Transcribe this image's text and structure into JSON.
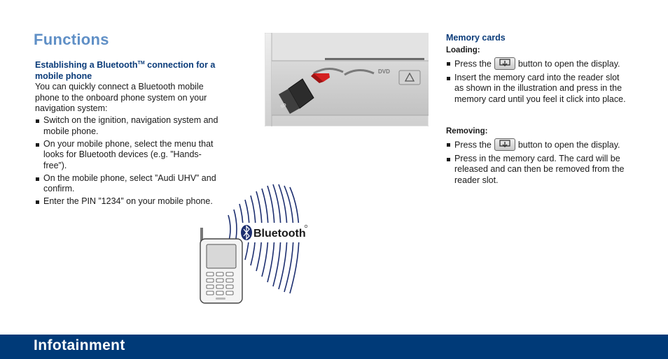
{
  "page": {
    "title": "Functions"
  },
  "bluetooth_section": {
    "heading_part1": "Establishing a Bluetooth",
    "heading_tm": "TM",
    "heading_part2": " connection for a mobile phone",
    "intro": "You can quickly connect a Bluetooth mobile phone to the onboard phone system on your navigation system:",
    "steps": [
      "Switch on the ignition, navigation system and mobile phone.",
      "On your mobile phone, select the menu that looks for Bluetooth devices (e.g. ”Hands-free”).",
      "On the mobile phone, select ”Audi UHV” and confirm.",
      "Enter the PIN ”1234” on your mobile phone."
    ],
    "logo_text": "Bluetooth"
  },
  "memory_section": {
    "title": "Memory cards",
    "loading_label": "Loading:",
    "loading_steps": [
      {
        "before": "Press the",
        "after": "button to open the display."
      },
      {
        "text": "Insert the memory card into the reader slot as shown in the illustration and press in the memory card until you feel it click into place."
      }
    ],
    "removing_label": "Removing:",
    "removing_steps": [
      {
        "before": "Press the",
        "after": "button to open the display."
      },
      {
        "text": "Press in the memory card. The card will be released and can then be removed from the reader slot."
      }
    ],
    "button_icon": "open-display-icon"
  },
  "footer": {
    "section_title": "Infotainment"
  },
  "colors": {
    "title_blue": "#5f8fc6",
    "heading_blue": "#0b3c7a",
    "footer_band": "#003a78",
    "arrow_red": "#d42020"
  }
}
